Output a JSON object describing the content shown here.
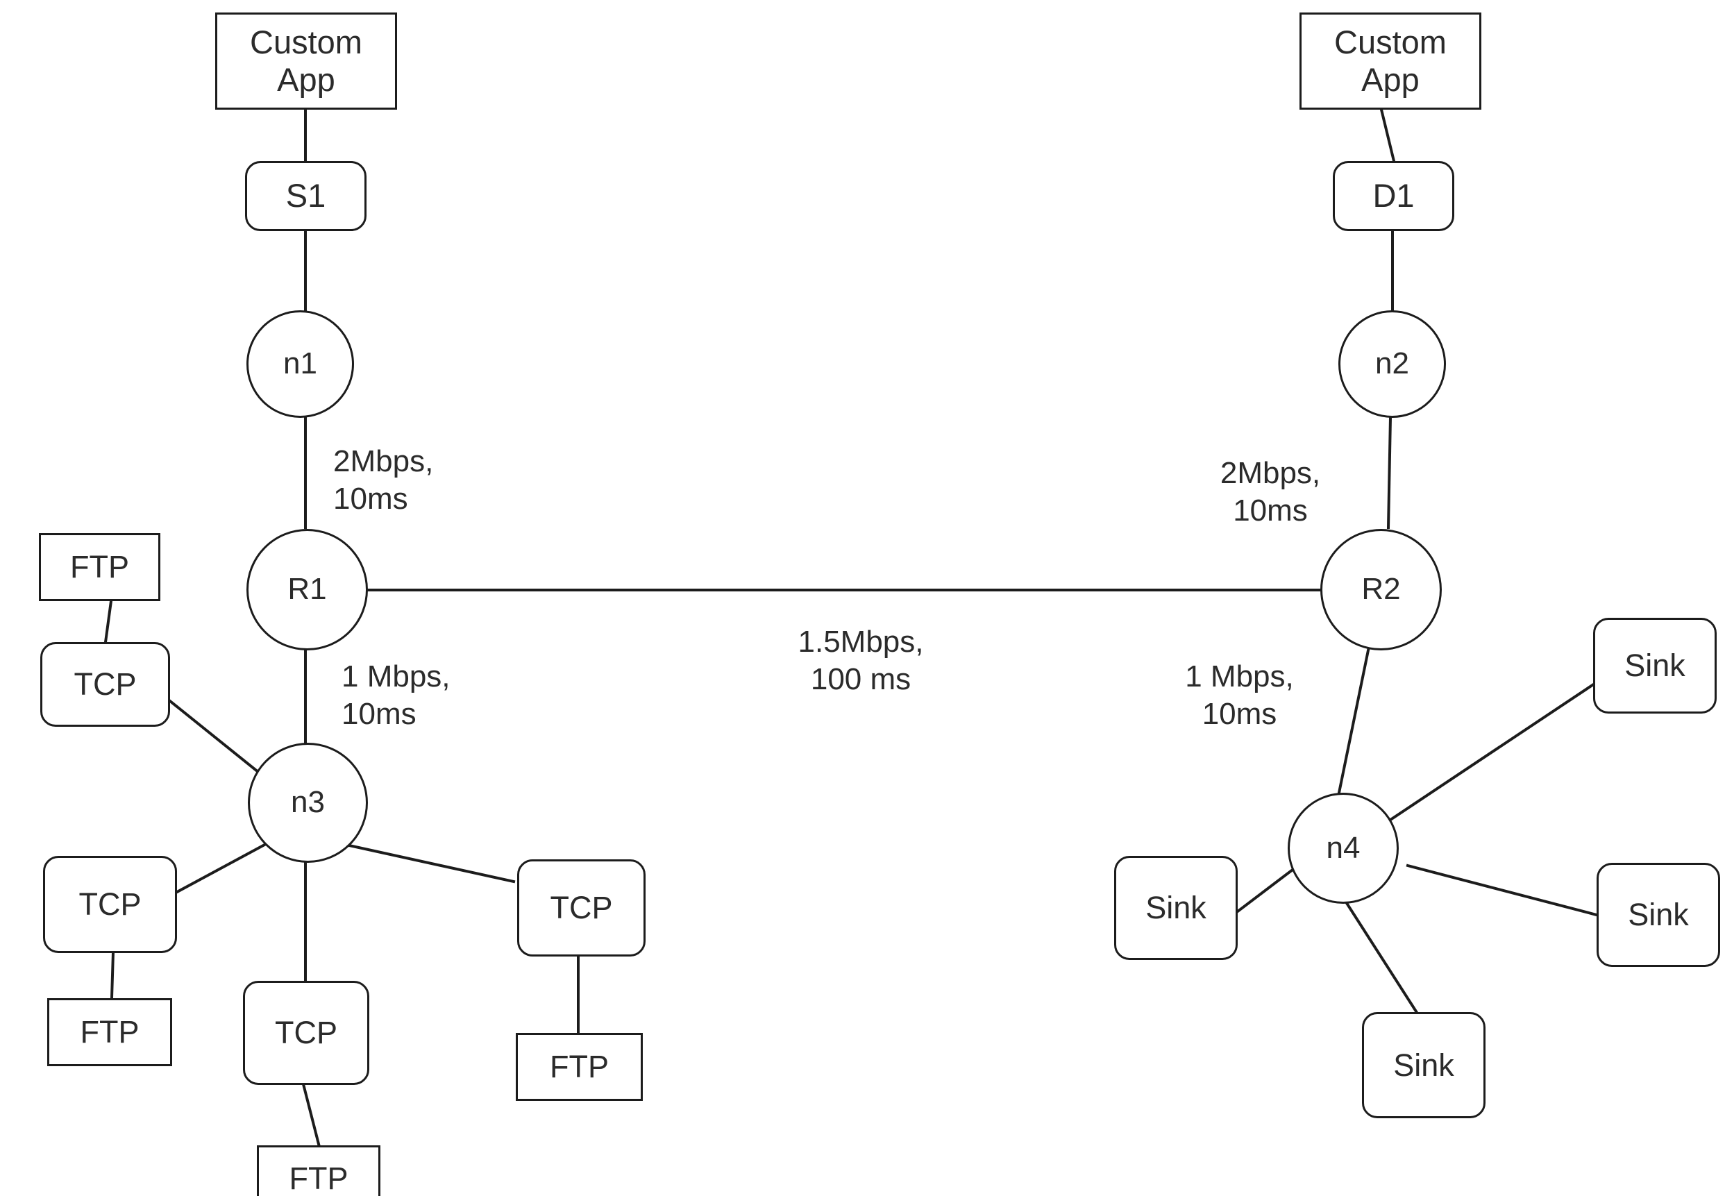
{
  "diagram": {
    "title": "Network Topology",
    "background_color": "#ffffff",
    "line_color": "#1c1c1c",
    "text_color": "#2b2b2b"
  },
  "nodes": {
    "left_custom_app": {
      "label": "Custom\nApp",
      "shape": "rectangle"
    },
    "s1": {
      "label": "S1",
      "shape": "rounded-rectangle"
    },
    "n1": {
      "label": "n1",
      "shape": "circle"
    },
    "r1": {
      "label": "R1",
      "shape": "circle"
    },
    "n3": {
      "label": "n3",
      "shape": "circle"
    },
    "right_custom_app": {
      "label": "Custom\nApp",
      "shape": "rectangle"
    },
    "d1": {
      "label": "D1",
      "shape": "rounded-rectangle"
    },
    "n2": {
      "label": "n2",
      "shape": "circle"
    },
    "r2": {
      "label": "R2",
      "shape": "circle"
    },
    "n4": {
      "label": "n4",
      "shape": "circle"
    }
  },
  "left_leaves": {
    "ftp_top": {
      "label": "FTP",
      "shape": "rectangle"
    },
    "tcp_top": {
      "label": "TCP",
      "shape": "rounded-rectangle"
    },
    "tcp_mid_left": {
      "label": "TCP",
      "shape": "rounded-rectangle"
    },
    "ftp_mid_left": {
      "label": "FTP",
      "shape": "rectangle"
    },
    "tcp_bottom": {
      "label": "TCP",
      "shape": "rounded-rectangle"
    },
    "ftp_bottom": {
      "label": "FTP",
      "shape": "rectangle"
    },
    "tcp_right": {
      "label": "TCP",
      "shape": "rounded-rectangle"
    },
    "ftp_right": {
      "label": "FTP",
      "shape": "rectangle"
    }
  },
  "right_leaves": {
    "sink_top_right": {
      "label": "Sink",
      "shape": "rounded-rectangle"
    },
    "sink_left": {
      "label": "Sink",
      "shape": "rounded-rectangle"
    },
    "sink_right": {
      "label": "Sink",
      "shape": "rounded-rectangle"
    },
    "sink_bottom": {
      "label": "Sink",
      "shape": "rounded-rectangle"
    }
  },
  "edge_labels": {
    "n1_r1": "2Mbps,\n10ms",
    "n2_r2": "2Mbps,\n10ms",
    "r1_n3": "1 Mbps,\n10ms",
    "r2_n4": "1 Mbps,\n10ms",
    "r1_r2": "1.5Mbps,\n100 ms"
  },
  "links": [
    {
      "from": "left_custom_app",
      "to": "s1"
    },
    {
      "from": "s1",
      "to": "n1"
    },
    {
      "from": "n1",
      "to": "r1",
      "label": "2Mbps, 10ms"
    },
    {
      "from": "r1",
      "to": "r2",
      "label": "1.5Mbps, 100 ms"
    },
    {
      "from": "r1",
      "to": "n3",
      "label": "1 Mbps, 10ms"
    },
    {
      "from": "n3",
      "to": "tcp_top"
    },
    {
      "from": "tcp_top",
      "to": "ftp_top"
    },
    {
      "from": "n3",
      "to": "tcp_mid_left"
    },
    {
      "from": "tcp_mid_left",
      "to": "ftp_mid_left"
    },
    {
      "from": "n3",
      "to": "tcp_bottom"
    },
    {
      "from": "tcp_bottom",
      "to": "ftp_bottom"
    },
    {
      "from": "n3",
      "to": "tcp_right"
    },
    {
      "from": "tcp_right",
      "to": "ftp_right"
    },
    {
      "from": "right_custom_app",
      "to": "d1"
    },
    {
      "from": "d1",
      "to": "n2"
    },
    {
      "from": "n2",
      "to": "r2",
      "label": "2Mbps, 10ms"
    },
    {
      "from": "r2",
      "to": "n4",
      "label": "1 Mbps, 10ms"
    },
    {
      "from": "n4",
      "to": "sink_top_right"
    },
    {
      "from": "n4",
      "to": "sink_left"
    },
    {
      "from": "n4",
      "to": "sink_right"
    },
    {
      "from": "n4",
      "to": "sink_bottom"
    }
  ]
}
